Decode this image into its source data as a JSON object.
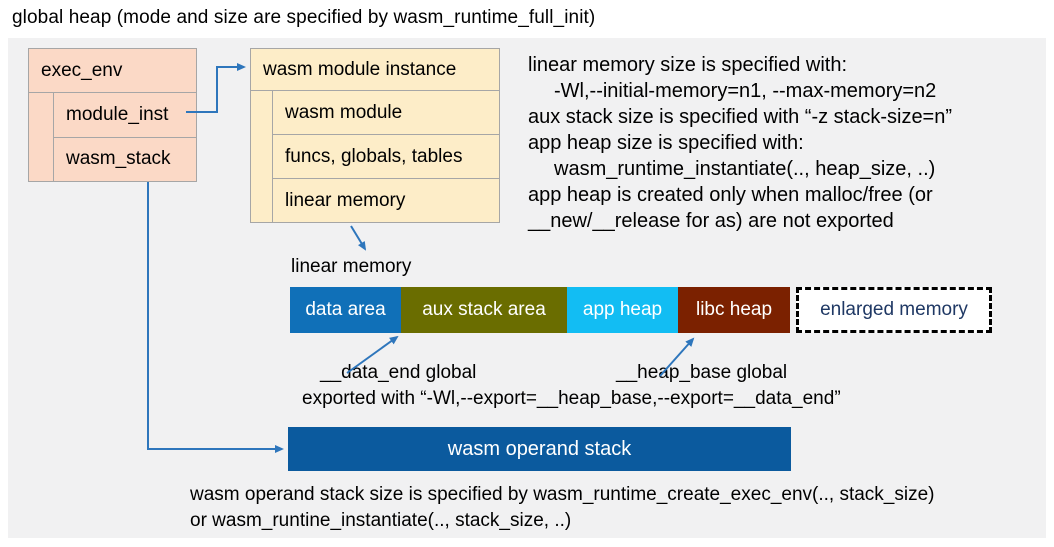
{
  "title": "global heap (mode and size are specified by wasm_runtime_full_init)",
  "exec_env": {
    "header": "exec_env",
    "rows": [
      "module_inst",
      "wasm_stack"
    ]
  },
  "module_instance": {
    "header": "wasm module instance",
    "rows": [
      "wasm module",
      "funcs, globals, tables",
      "linear memory"
    ]
  },
  "notes_right": {
    "lines": [
      "linear memory size is specified with:",
      "-Wl,--initial-memory=n1, --max-memory=n2",
      "aux stack size is specified with “-z stack-size=n”",
      "app heap size is specified with:",
      "wasm_runtime_instantiate(.., heap_size, ..)",
      "app heap is created only when malloc/free (or",
      "__new/__release for as) are not exported"
    ]
  },
  "linear_memory": {
    "label": "linear memory",
    "segments": [
      {
        "label": "data area",
        "color": "#1070b8"
      },
      {
        "label": "aux stack area",
        "color": "#6a6d00"
      },
      {
        "label": "app heap",
        "color": "#12bdf3"
      },
      {
        "label": "libc heap",
        "color": "#7b2100"
      }
    ],
    "enlarged": {
      "label": "enlarged memory",
      "text_color": "#1f3864"
    }
  },
  "annotations": {
    "data_end": "__data_end global",
    "heap_base": "__heap_base global",
    "exported": "exported with “-Wl,--export=__heap_base,--export=__data_end”"
  },
  "operand_stack": {
    "label": "wasm operand stack",
    "color": "#0b5a9e"
  },
  "notes_bottom": {
    "lines": [
      "wasm operand stack size is specified by wasm_runtime_create_exec_env(.., stack_size)",
      "or wasm_runtine_instantiate(.., stack_size, ..)"
    ]
  },
  "colors": {
    "panel_bg": "#f1f1f2",
    "exec_box_fill": "#fbd9c6",
    "instance_box_fill": "#fdedc8",
    "box_border": "#a6a6a6",
    "arrow": "#2e76bc",
    "enlarged_border": "#000000"
  }
}
